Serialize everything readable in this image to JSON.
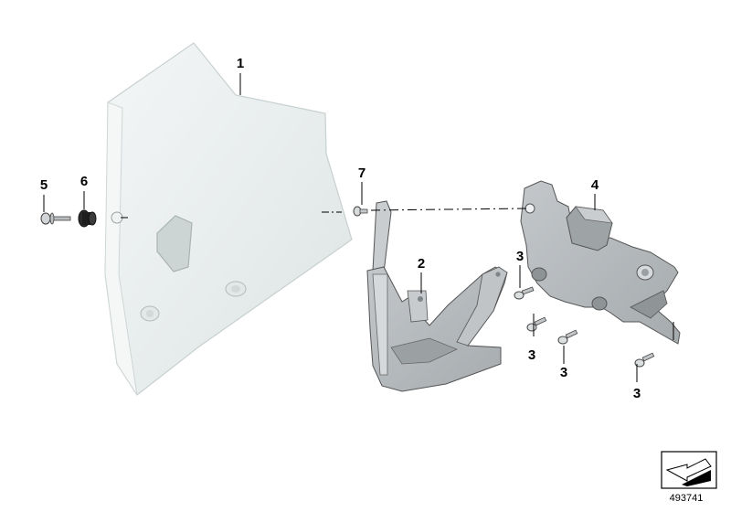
{
  "callouts": {
    "c1": "1",
    "c2": "2",
    "c3a": "3",
    "c3b": "3",
    "c3c": "3",
    "c3d": "3",
    "c4": "4",
    "c5": "5",
    "c6": "6",
    "c7": "7"
  },
  "reference_number": "493741",
  "colors": {
    "windshield_fill": "#e9eded",
    "bracket_fill": "#b3b7ba",
    "bracket_shade": "#9ea3a6",
    "outline": "#555555",
    "leader": "#000000"
  },
  "icons": {
    "corner_symbol": "folded-arrow-icon"
  }
}
